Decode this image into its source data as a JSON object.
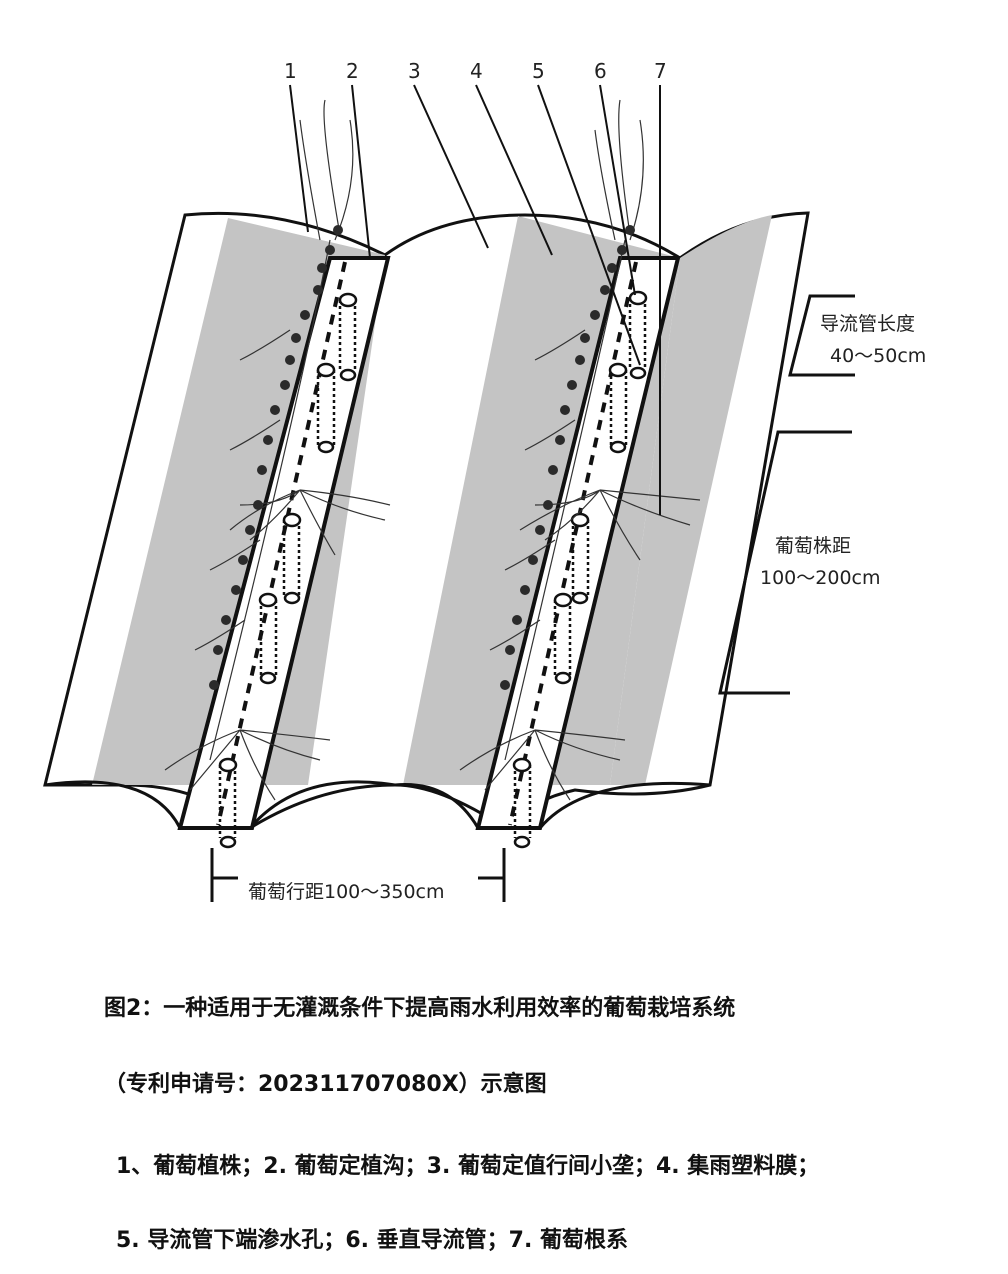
{
  "labels": [
    "1",
    "2",
    "3",
    "4",
    "5",
    "6",
    "7"
  ],
  "dimensions": {
    "pipe_length_title": "导流管长度",
    "pipe_length_value": "40～50cm",
    "plant_spacing_title": "葡萄株距",
    "plant_spacing_value": "100～200cm",
    "row_spacing": "葡萄行距100～350cm"
  },
  "caption": {
    "line1": "图2：一种适用于无灌溉条件下提高雨水利用效率的葡萄栽培系统",
    "line2": "（专利申请号：202311707080X）示意图"
  },
  "legend": {
    "line1": "1、葡萄植株；2. 葡萄定植沟；3. 葡萄定值行间小垄；4. 集雨塑料膜；",
    "line2": "5. 导流管下端渗水孔；6. 垂直导流管；7. 葡萄根系"
  },
  "colors": {
    "film": "#c4c4c4",
    "ridge": "#ffffff",
    "line": "#111111"
  }
}
